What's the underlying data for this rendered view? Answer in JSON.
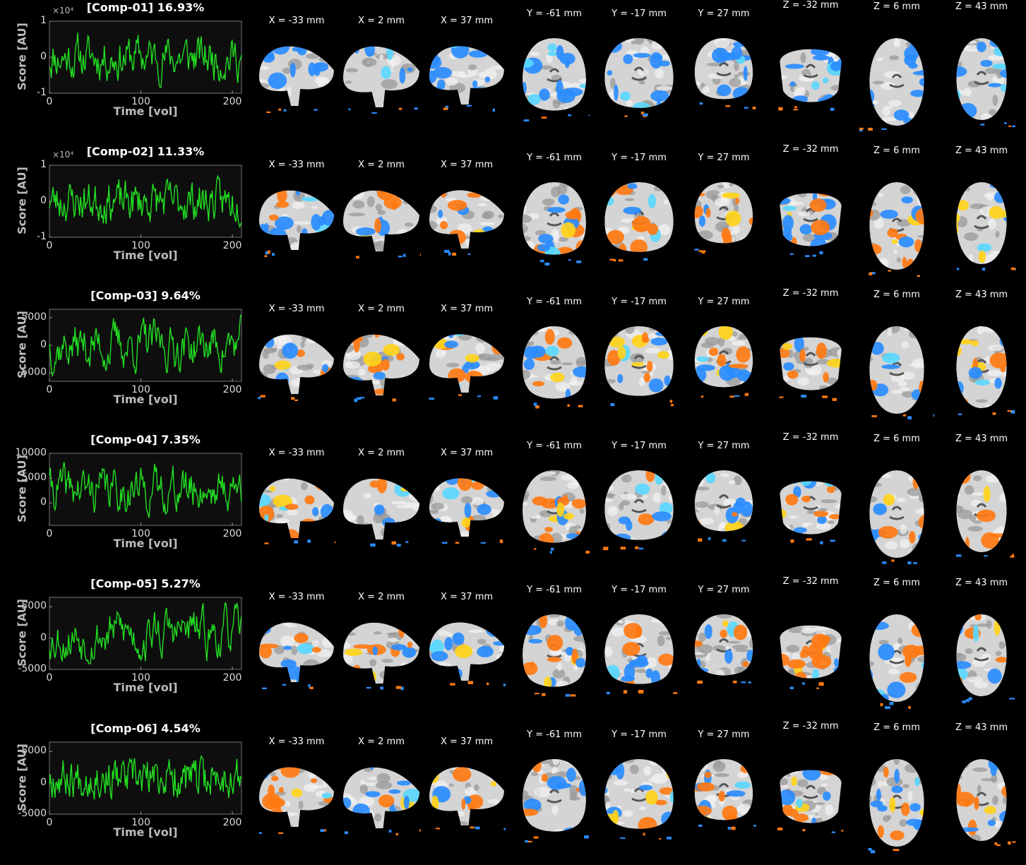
{
  "components": [
    {
      "id": "comp-01",
      "title": "[Comp-01] 16.93%",
      "exponent_label": "×10⁴",
      "yticks": [
        "1",
        "0",
        "-1"
      ],
      "xticks": [
        "0",
        "100",
        "200"
      ],
      "ylabel": "Score [AU]",
      "xlabel": "Time [vol]",
      "ylim": [
        -1,
        1
      ],
      "seed": 11,
      "smooth": 0.6
    },
    {
      "id": "comp-02",
      "title": "[Comp-02] 11.33%",
      "exponent_label": "×10⁴",
      "yticks": [
        "1",
        "0",
        "-1"
      ],
      "xticks": [
        "0",
        "100",
        "200"
      ],
      "ylabel": "Score [AU]",
      "xlabel": "Time [vol]",
      "ylim": [
        -1,
        1
      ],
      "seed": 23,
      "smooth": 0.5
    },
    {
      "id": "comp-03",
      "title": "[Comp-03] 9.64%",
      "exponent_label": "",
      "yticks": [
        "5000",
        "0",
        "-5000"
      ],
      "xticks": [
        "0",
        "100",
        "200"
      ],
      "ylabel": "Score [AU]",
      "xlabel": "Time [vol]",
      "ylim": [
        -6500,
        6500
      ],
      "seed": 37,
      "smooth": 0.7
    },
    {
      "id": "comp-04",
      "title": "[Comp-04] 7.35%",
      "exponent_label": "",
      "yticks": [
        "10000",
        "5000",
        "0"
      ],
      "xticks": [
        "0",
        "100",
        "200"
      ],
      "ylabel": "Score [AU]",
      "xlabel": "Time [vol]",
      "ylim": [
        -4500,
        10000
      ],
      "seed": 41,
      "smooth": 0.6
    },
    {
      "id": "comp-05",
      "title": "[Comp-05] 5.27%",
      "exponent_label": "",
      "yticks": [
        "5000",
        "0",
        "-5000"
      ],
      "xticks": [
        "0",
        "100",
        "200"
      ],
      "ylabel": "Score [AU]",
      "xlabel": "Time [vol]",
      "ylim": [
        -5000,
        6500
      ],
      "seed": 53,
      "smooth": 0.75
    },
    {
      "id": "comp-06",
      "title": "[Comp-06] 4.54%",
      "exponent_label": "",
      "yticks": [
        "5000",
        "0",
        "-5000"
      ],
      "xticks": [
        "0",
        "100",
        "200"
      ],
      "ylabel": "Score [AU]",
      "xlabel": "Time [vol]",
      "ylim": [
        -5000,
        6500
      ],
      "seed": 67,
      "smooth": 0.4
    }
  ],
  "slice_labels": [
    "X = -33 mm",
    "X = 2 mm",
    "X = 37 mm",
    "Y = -61 mm",
    "Y = -17 mm",
    "Y = 27 mm",
    "Z = -32 mm",
    "Z = 6 mm",
    "Z = 43 mm"
  ],
  "colors": {
    "background": "#000000",
    "timeseries": "#22dd22",
    "negative_map": "#2a8cff",
    "positive_map": "#ff7a12",
    "strong_positive": "#ffd21a",
    "strong_negative": "#5ad8ff"
  }
}
